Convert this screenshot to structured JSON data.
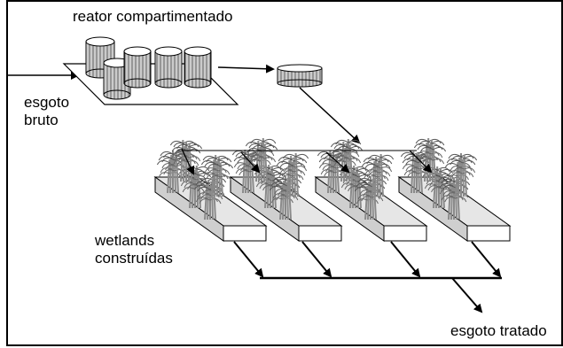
{
  "labels": {
    "reactor": "reator compartimentado",
    "raw_sewage_1": "esgoto",
    "raw_sewage_2": "bruto",
    "wetlands_1": "wetlands",
    "wetlands_2": "construídas",
    "treated_sewage": "esgoto tratado"
  },
  "components": {
    "reactor_compartments": 5,
    "settling_tanks": 1,
    "wetland_cells": 4
  },
  "colors": {
    "line": "#000000",
    "tank_fill": "#d9d9d9",
    "slab_top": "#e6e6e6",
    "slab_side": "#ffffff",
    "plant": "#8a8a8a"
  }
}
